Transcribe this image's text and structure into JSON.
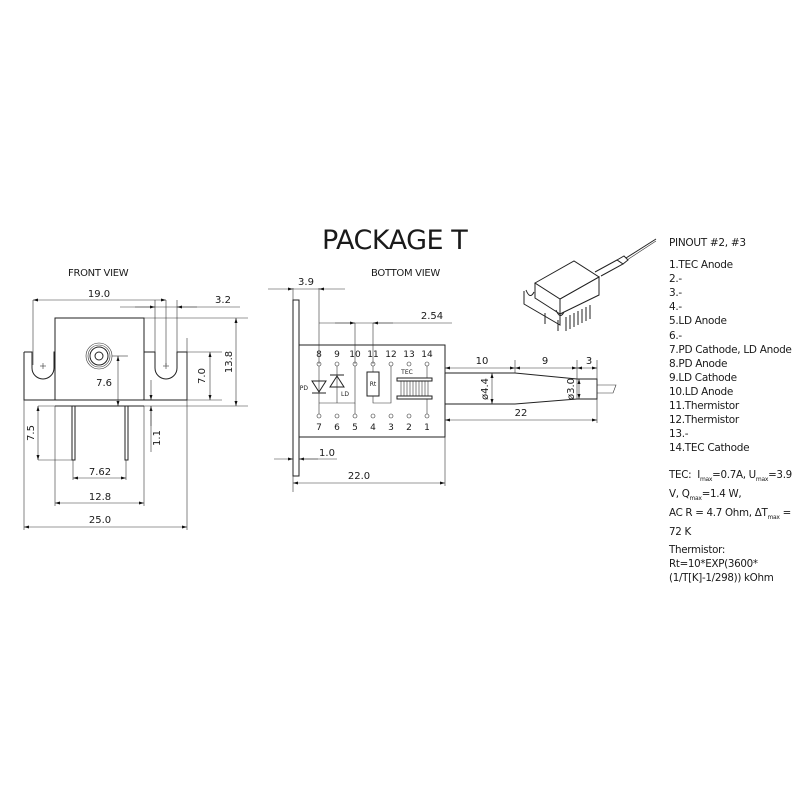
{
  "title": "PACKAGE T",
  "front_view": {
    "label": "FRONT VIEW",
    "dimensions": {
      "overall_width": "25.0",
      "body_width": "12.8",
      "mount_hole_spacing": "19.0",
      "slot_width": "3.2",
      "height_total": "13.8",
      "flange_height": "7.0",
      "fiber_axis_height": "7.6",
      "pin_offset": "1.1",
      "pin_length": "7.5",
      "pin_spacing": "7.62"
    }
  },
  "bottom_view": {
    "label": "BOTTOM VIEW",
    "dimensions": {
      "first_pin_offset": "3.9",
      "pin_pitch": "2.54",
      "flange_thickness": "1.0",
      "body_length": "22.0",
      "boot_section_1": "10",
      "boot_section_2": "9",
      "boot_section_3": "3",
      "boot_total": "22",
      "boot_diameter_large": "ø4.4",
      "boot_diameter_small": "ø3.0"
    },
    "top_pins": [
      "8",
      "9",
      "10",
      "11",
      "12",
      "13",
      "14"
    ],
    "bottom_pins": [
      "7",
      "6",
      "5",
      "4",
      "3",
      "2",
      "1"
    ],
    "component_labels": {
      "pd": "PD",
      "ld": "LD",
      "thermistor": "Rt",
      "tec": "TEC"
    }
  },
  "pinout": {
    "header": "PINOUT #2, #3",
    "items": [
      "1.TEC Anode",
      "2.-",
      "3.-",
      "4.-",
      "5.LD Anode",
      "6.-",
      "7.PD Cathode, LD Anode",
      "8.PD Anode",
      "9.LD Cathode",
      "10.LD Anode",
      "11.Thermistor",
      "12.Thermistor",
      "13.-",
      "14.TEC Cathode"
    ]
  },
  "specs": {
    "tec_label": "TEC:",
    "imax_sym": "I",
    "imax_sub": "max",
    "imax_val": "=0.7A,",
    "umax_sym": "U",
    "umax_sub": "max",
    "umax_val": "=3.9 V,",
    "qmax_sym": "Q",
    "qmax_sub": "max",
    "qmax_val": "=1.4 W,",
    "acr": "AC R = 4.7 Ohm,",
    "dt_sym": "ΔT",
    "dt_sub": "max",
    "dt_val": "= 72 K",
    "thermistor_label": "Thermistor:",
    "thermistor_formula": "Rt=10*EXP(3600*(1/T[K]-1/298)) kOhm"
  }
}
